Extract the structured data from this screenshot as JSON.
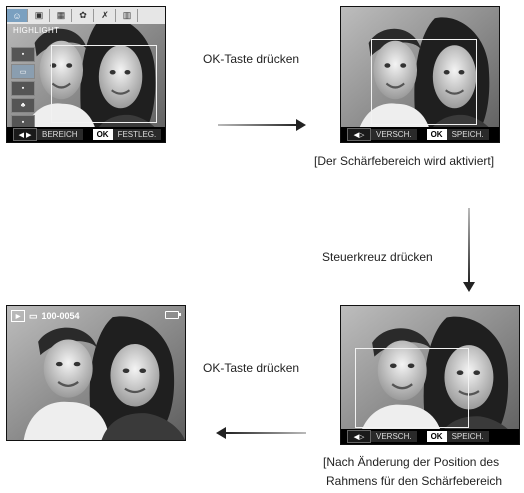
{
  "screens": {
    "s1": {
      "mode_label": "HIGHLIGHT",
      "menu_icons": [
        "☺",
        "▣",
        "▦",
        "✿",
        "✗",
        "▥"
      ],
      "side_items": [
        "▪",
        "▭",
        "▪",
        "♣",
        "▪"
      ],
      "bar_arrows": "◀ ▶",
      "bar_left": "BEREICH",
      "bar_ok": "OK",
      "bar_right": "FESTLEG."
    },
    "s2": {
      "bar_arrows": "◀▷",
      "bar_left": "VERSCH.",
      "bar_ok": "OK",
      "bar_right": "SPEICH."
    },
    "s3": {
      "file_number": "100-0054"
    },
    "s4": {
      "bar_arrows": "◀▷",
      "bar_left": "VERSCH.",
      "bar_ok": "OK",
      "bar_right": "SPEICH."
    }
  },
  "captions": {
    "ok1": "OK-Taste drücken",
    "activated": "[Der Schärfebereich wird aktiviert]",
    "steuer": "Steuerkreuz drücken",
    "ok2": "OK-Taste drücken",
    "change_line1": "[Nach Änderung der Position des",
    "change_line2": "Rahmens für den Schärfebereich"
  }
}
